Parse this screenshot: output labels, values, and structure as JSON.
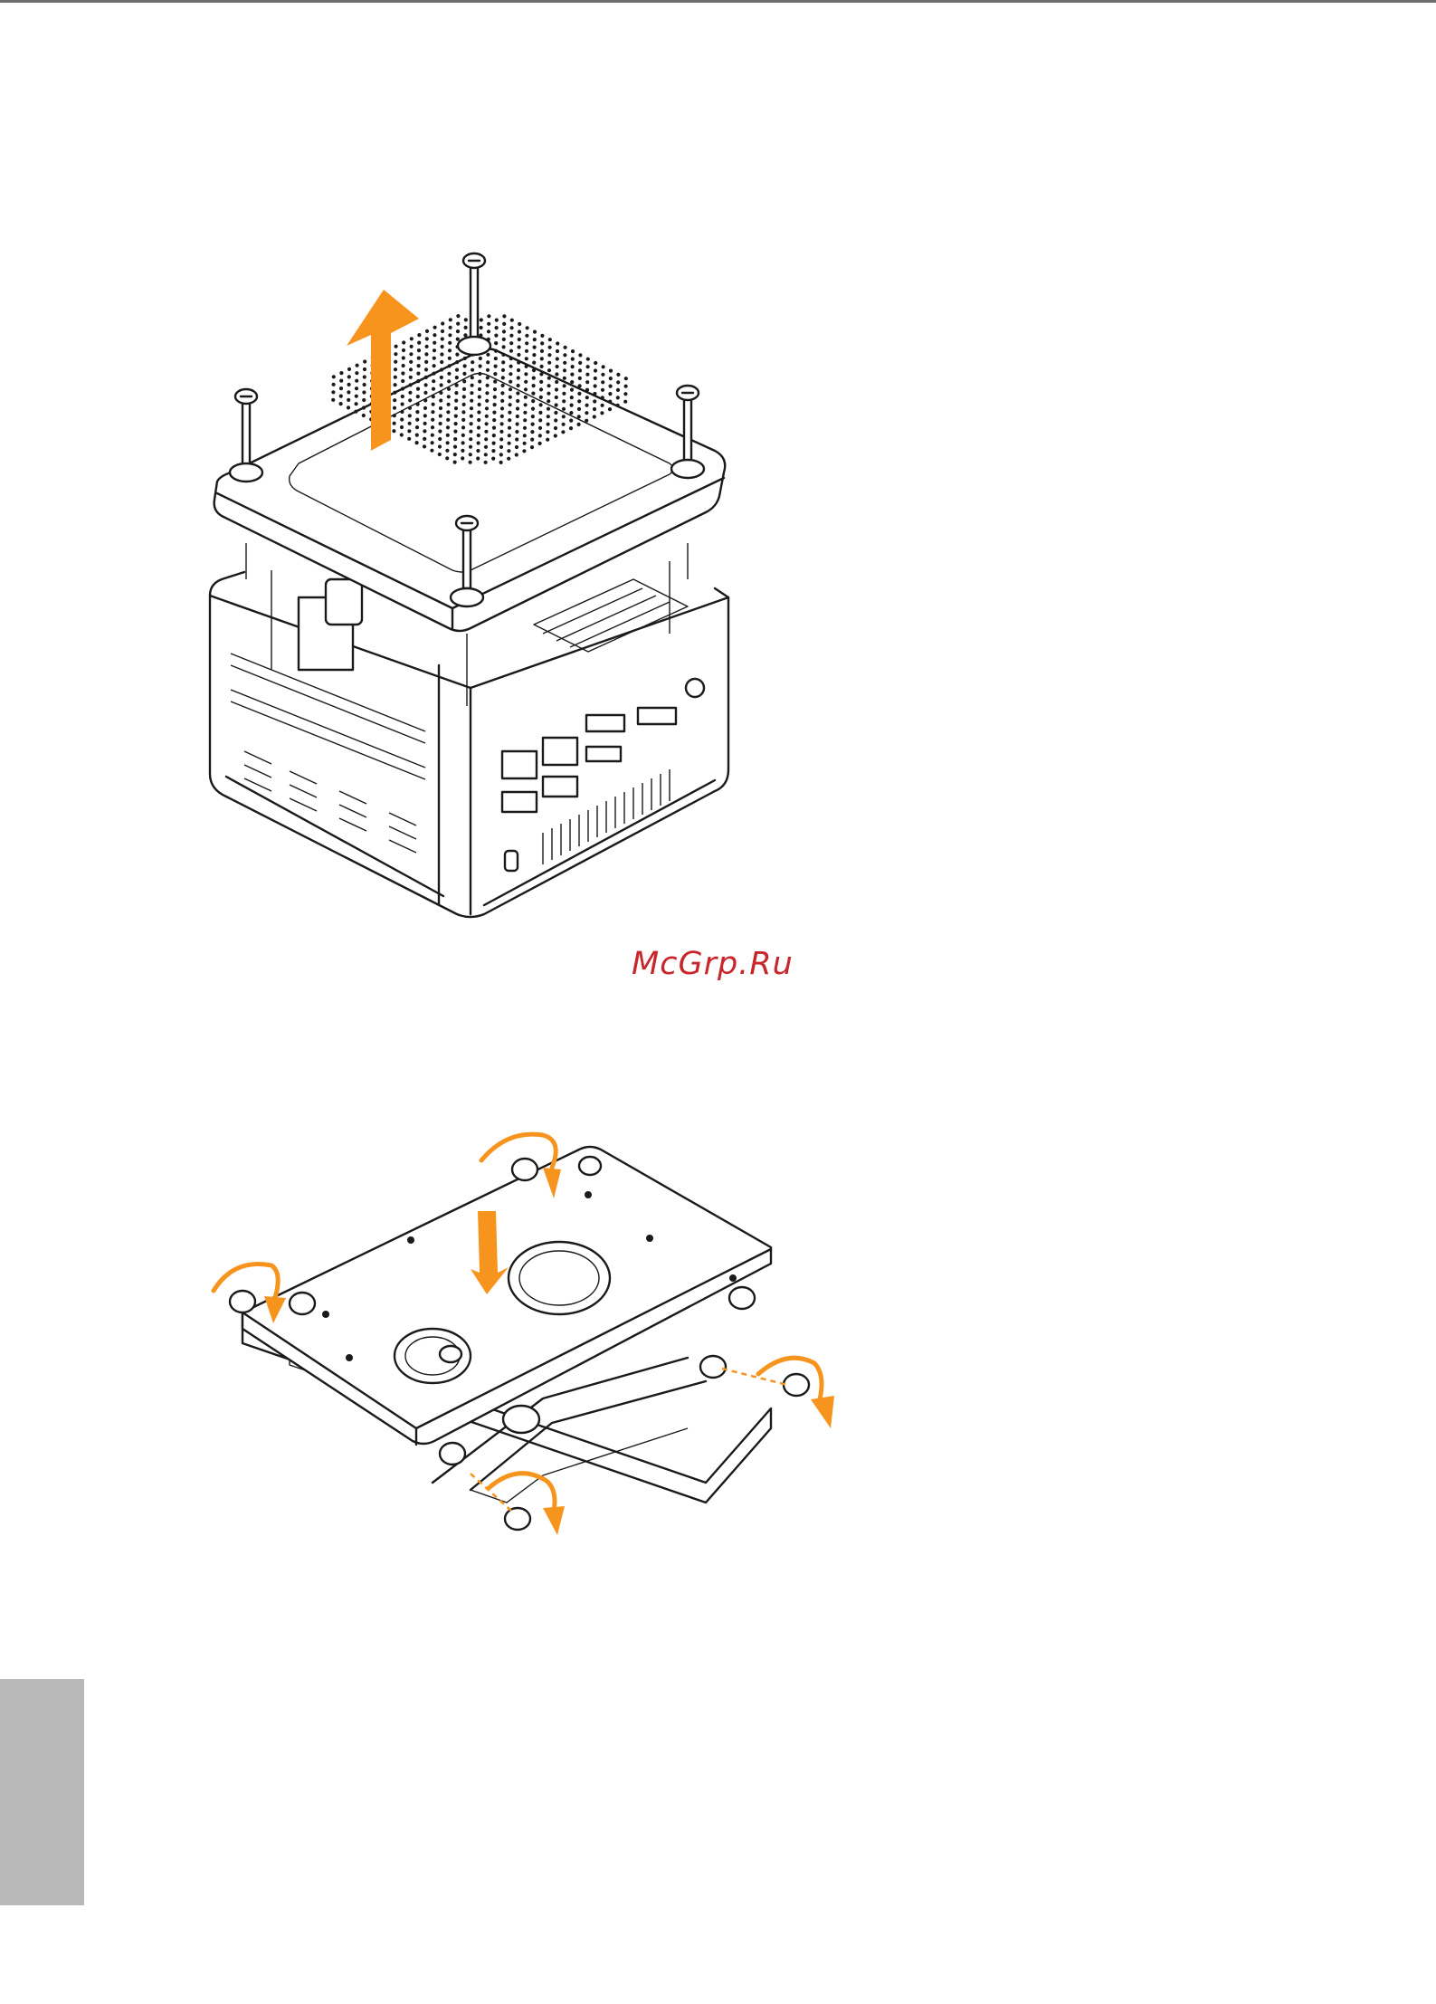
{
  "page": {
    "watermark": "McGrp.Ru",
    "colors": {
      "accent_orange": "#f7941d",
      "watermark_red": "#c8262a",
      "side_tab_gray": "#b9b9b9",
      "top_rule_gray": "#6d6d6d"
    }
  },
  "figures": [
    {
      "name": "chassis-top-cover-removal",
      "icons": [
        "up-arrow-icon",
        "screw-icon"
      ]
    },
    {
      "name": "hdd-bracket-installation",
      "icons": [
        "down-arrow-icon",
        "rotate-arrow-icon",
        "screw-icon"
      ]
    }
  ]
}
